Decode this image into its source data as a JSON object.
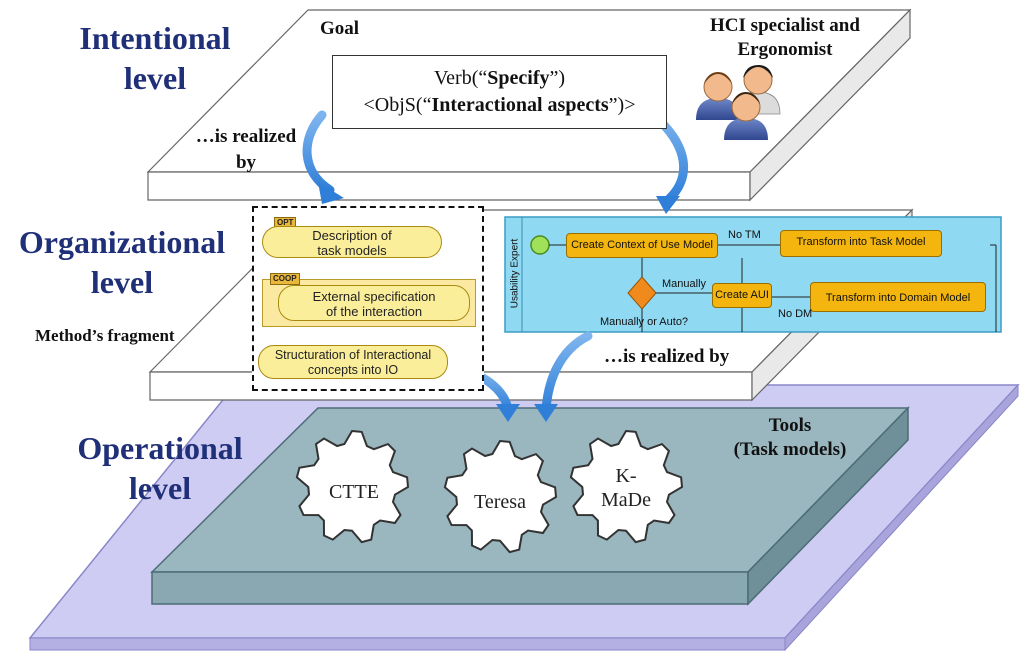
{
  "levels": {
    "intentional": [
      "Intentional",
      "level"
    ],
    "organizational": [
      "Organizational",
      "level"
    ],
    "operational": [
      "Operational",
      "level"
    ]
  },
  "intentional": {
    "goal_label": "Goal",
    "actors": [
      "HCI specialist and",
      "Ergonomist"
    ],
    "goal_line1_pre": "Verb(“",
    "goal_line1_bold": "Specify",
    "goal_line1_post": "”)",
    "goal_line2_pre": "<ObjS(“",
    "goal_line2_bold": "Interactional aspects",
    "goal_line2_post": "”)>",
    "realized_by": [
      "…is realized",
      "by"
    ]
  },
  "organizational": {
    "fragment_label": "Method’s fragment",
    "fragment_steps": [
      {
        "tag": "OPT",
        "lines": [
          "Description of",
          "task models"
        ]
      },
      {
        "tag": "COOP",
        "lines": [
          "External specification",
          "of the interaction"
        ]
      },
      {
        "tag": "",
        "lines": [
          "Structuration of Interactional",
          "concepts into IO"
        ]
      }
    ],
    "process": {
      "lane": "Usability Expert",
      "tasks": [
        "Create Context of Use Model",
        "Transform into Task Model",
        "Create AUI",
        "Transform into Domain Model"
      ],
      "edges": [
        "No TM",
        "Manually",
        "No DM"
      ],
      "gateway": "Manually or Auto?"
    },
    "realized_by": "…is realized by"
  },
  "operational": {
    "tools": [
      "Tools",
      "(Task models)"
    ],
    "gears": [
      "CTTE",
      "Teresa",
      "K-",
      "MaDe"
    ]
  },
  "colors": {
    "level_title": "#1f2f78",
    "base_plane": "#cfccf4",
    "slab": "#9ab6be",
    "process_panel": "#8fd9f3",
    "task": "#f3b50e",
    "fragment_step": "#fbee9a",
    "arrow": "#2f7fd8"
  }
}
